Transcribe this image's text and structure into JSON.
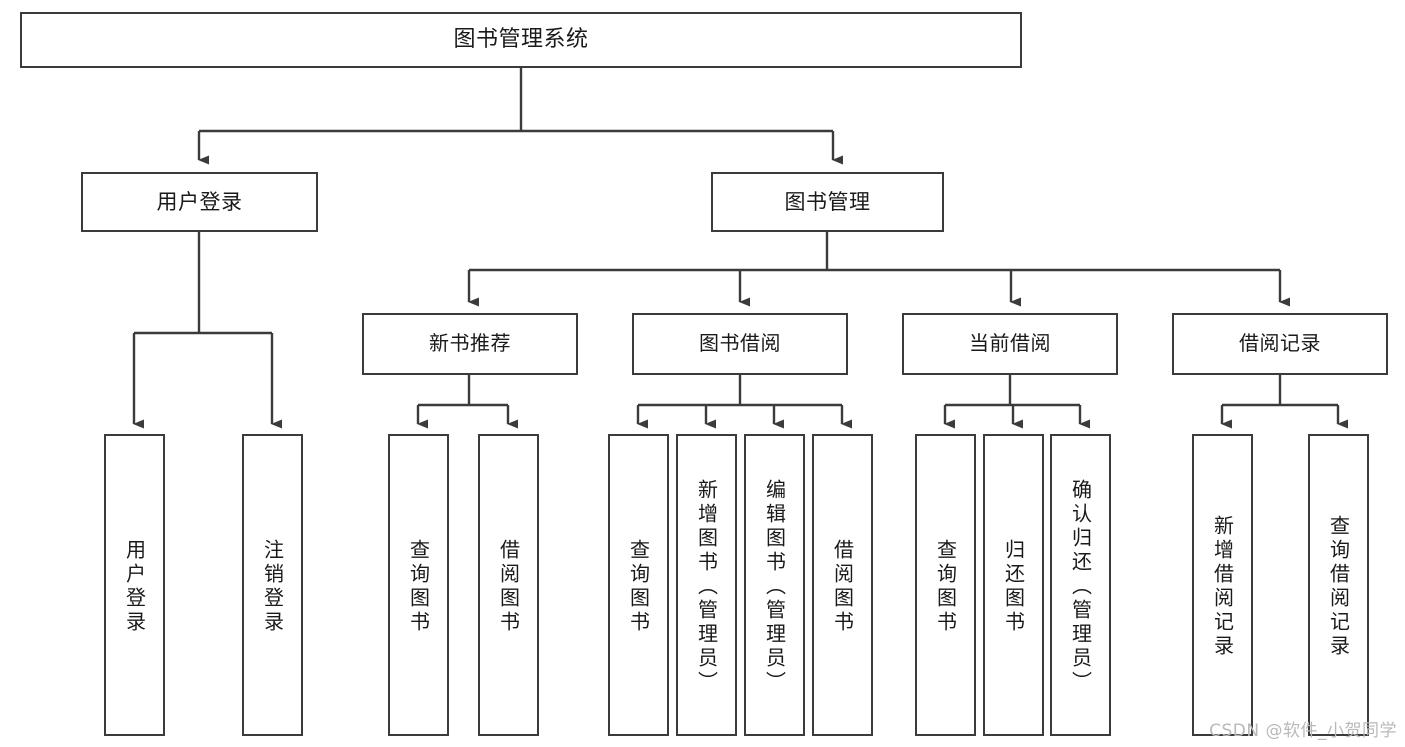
{
  "diagram": {
    "type": "tree-hierarchy",
    "title": "图书管理系统",
    "watermark": "CSDN @软件_小贺同学",
    "colors": {
      "stroke": "#3b3b3b",
      "fill": "#ffffff",
      "text": "#1a1a1a",
      "watermark": "#b9b9b9"
    },
    "nodes": {
      "root": {
        "label": "图书管理系统"
      },
      "level1": [
        {
          "label": "用户登录"
        },
        {
          "label": "图书管理"
        }
      ],
      "level2": [
        {
          "label": "新书推荐"
        },
        {
          "label": "图书借阅"
        },
        {
          "label": "当前借阅"
        },
        {
          "label": "借阅记录"
        }
      ],
      "leaves": {
        "user_login": [
          {
            "label": "用户登录"
          },
          {
            "label": "注销登录"
          }
        ],
        "new_book": [
          {
            "label": "查询图书"
          },
          {
            "label": "借阅图书"
          }
        ],
        "book_borrow": [
          {
            "label": "查询图书"
          },
          {
            "label": "新增图书（管理员）"
          },
          {
            "label": "编辑图书（管理员）"
          },
          {
            "label": "借阅图书"
          }
        ],
        "current_borrow": [
          {
            "label": "查询图书"
          },
          {
            "label": "归还图书"
          },
          {
            "label": "确认归还（管理员）"
          }
        ],
        "borrow_record": [
          {
            "label": "新增借阅记录"
          },
          {
            "label": "查询借阅记录"
          }
        ]
      }
    }
  }
}
